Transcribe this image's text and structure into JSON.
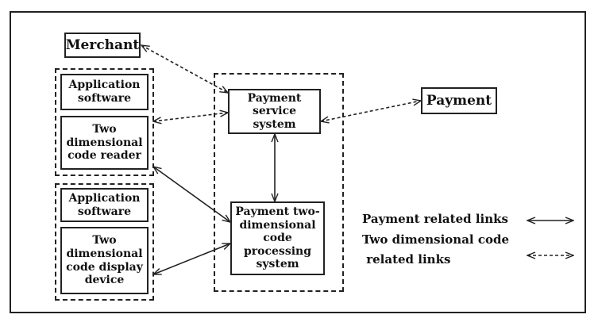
{
  "nodes": {
    "merchant": "Merchant",
    "app_software_top": "Application\nsoftware",
    "code_reader": "Two\ndimensional\ncode reader",
    "app_software_bottom": "Application\nsoftware",
    "code_display": "Two\ndimensional\ncode display\ndevice",
    "payment_service": "Payment\nservice system",
    "code_processing": "Payment two-\ndimensional\ncode processing\nsystem",
    "payment": "Payment"
  },
  "legend": {
    "payment_links": "Payment related links",
    "code_links_line1": "Two dimensional code",
    "code_links_line2": " related links"
  },
  "links": [
    {
      "from": "merchant",
      "to": "payment_service",
      "style": "dashed"
    },
    {
      "from": "code_reader",
      "to": "payment_service",
      "style": "dashed"
    },
    {
      "from": "payment_service",
      "to": "payment",
      "style": "dashed"
    },
    {
      "from": "payment_service",
      "to": "code_processing",
      "style": "solid"
    },
    {
      "from": "code_reader",
      "to": "code_processing",
      "style": "solid"
    },
    {
      "from": "code_display",
      "to": "code_processing",
      "style": "solid"
    }
  ]
}
